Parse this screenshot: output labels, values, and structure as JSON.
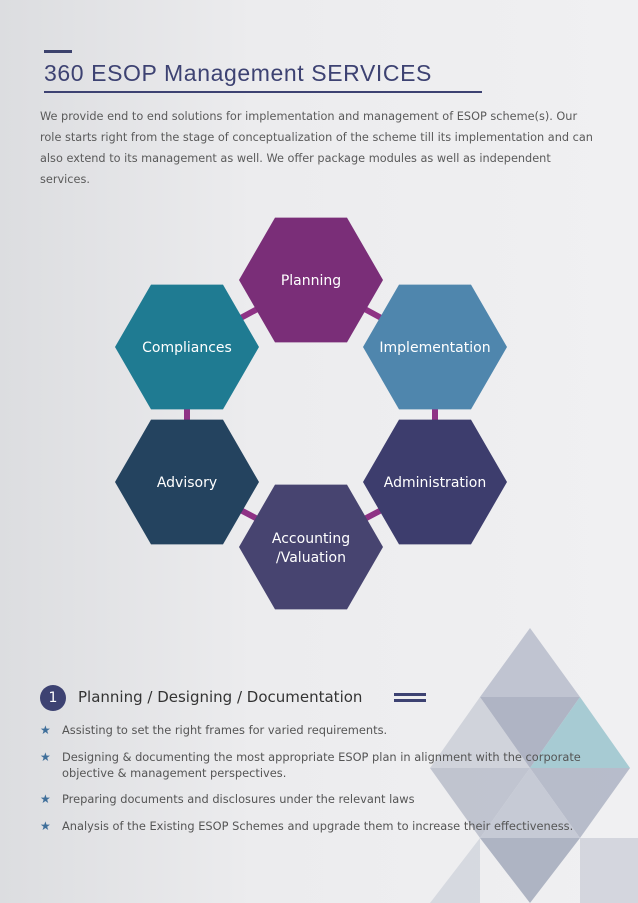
{
  "header": {
    "title": "360 ESOP Management SERVICES",
    "intro": "We provide end to end solutions for implementation and management of ESOP scheme(s). Our role starts right from the stage of conceptualization of the scheme till its implementation and can also extend to its management as well. We offer package modules as well as independent services."
  },
  "diagram": {
    "nodes": [
      {
        "label": "Planning",
        "color": "#7a2e78"
      },
      {
        "label": "Implementation",
        "color": "#4f86ad"
      },
      {
        "label": "Administration",
        "color": "#3d3d6d"
      },
      {
        "label": "Accounting",
        "label2": "/Valuation",
        "color": "#474470"
      },
      {
        "label": "Advisory",
        "color": "#24435f"
      },
      {
        "label": "Compliances",
        "color": "#1f7b92"
      }
    ],
    "connector_color": "#8f3285"
  },
  "section": {
    "number": "1",
    "title": "Planning   / Designing / Documentation",
    "bullets": [
      "Assisting to set the right frames for varied requirements.",
      "Designing & documenting the most appropriate ESOP plan in alignment with the corporate objective & management perspectives.",
      "Preparing documents and disclosures under the relevant laws",
      "Analysis of the Existing ESOP Schemes and upgrade them to increase their effectiveness."
    ],
    "bullet_icon": "star-icon",
    "accent": "#3d4272"
  }
}
